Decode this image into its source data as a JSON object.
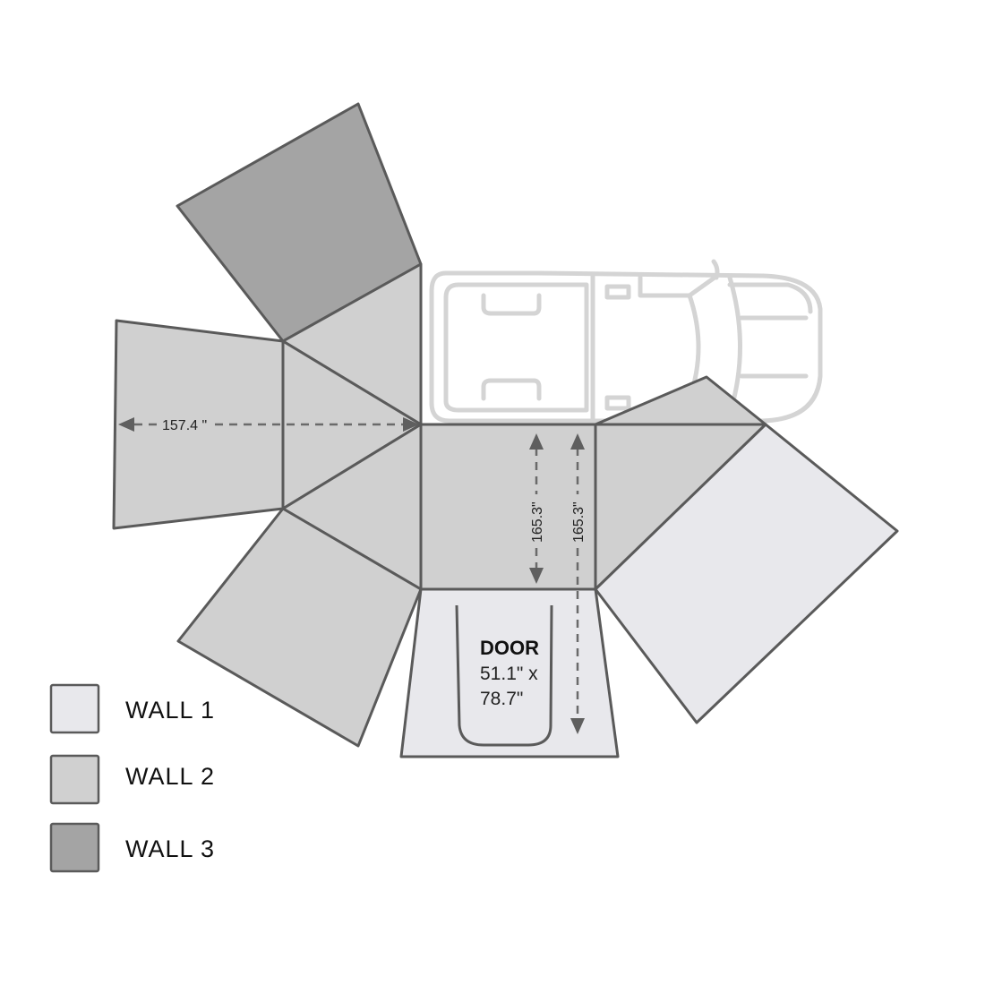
{
  "colors": {
    "wall_1": "#e8e8ec",
    "wall_2": "#d0d0d0",
    "wall_3": "#a4a4a4",
    "outline": "#5a5a5a",
    "truck_outline": "#d4d4d4",
    "dimension": "#6a6a6a"
  },
  "dimensions": {
    "width_label": "157.4 \"",
    "depth_label_1": "165.3\"",
    "depth_label_2": "165.3\""
  },
  "door": {
    "title": "DOOR",
    "size_line_1": "51.1\" x",
    "size_line_2": "78.7\""
  },
  "legend": {
    "items": [
      {
        "label": "WALL 1",
        "color": "#e8e8ec"
      },
      {
        "label": "WALL 2",
        "color": "#d0d0d0"
      },
      {
        "label": "WALL 3",
        "color": "#a4a4a4"
      }
    ]
  }
}
